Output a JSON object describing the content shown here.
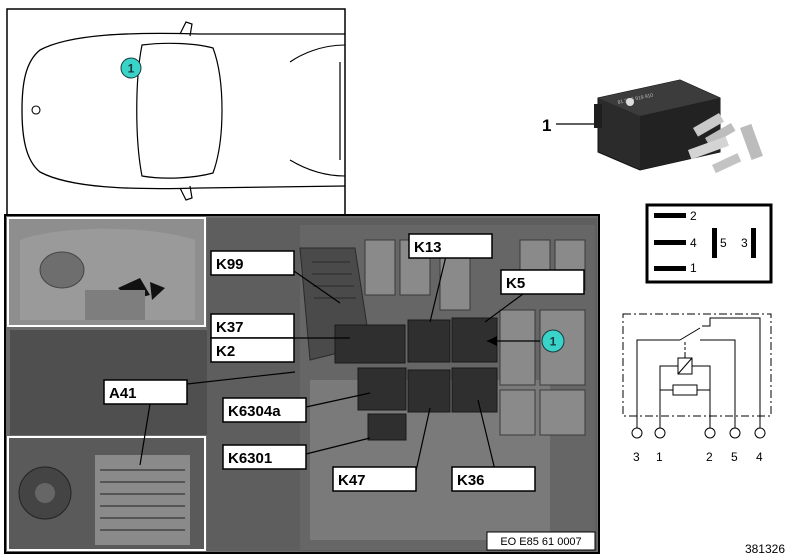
{
  "callout_number": "1",
  "part_label": "1",
  "relay_pinout": {
    "left_pins": [
      "2",
      "4",
      "1"
    ],
    "center_pin": "5",
    "right_pin": "3"
  },
  "relay_markings": "81 35 5 919 910",
  "photo_labels": {
    "k99": "K99",
    "k13": "K13",
    "k5": "K5",
    "k37": "K37",
    "k2": "K2",
    "a41": "A41",
    "k6304a": "K6304a",
    "k6301": "K6301",
    "k47": "K47",
    "k36": "K36"
  },
  "photo_reference": "EO E85 61 0007",
  "schematic_pins": [
    "3",
    "1",
    "2",
    "5",
    "4"
  ],
  "figure_number": "381326",
  "colors": {
    "callout_fill": "#3ad3c9",
    "relay_body": "#2b2b2b",
    "photo_bg": "#5a5a5a"
  }
}
